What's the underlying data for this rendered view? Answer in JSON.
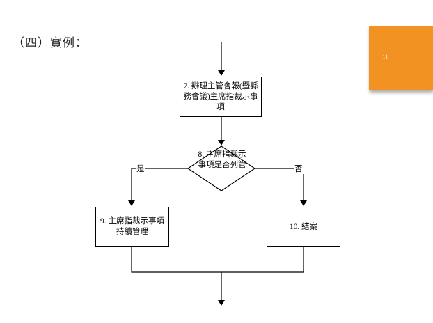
{
  "slide": {
    "heading": "（四）實例：",
    "page_number": "11",
    "badge_color": "#f29222"
  },
  "flowchart": {
    "step7": "7. 辦理主管會報(暨縣務會議)主席指裁示事項",
    "decision8": "8. 主席指裁示事項是否列管",
    "yes_label": "是",
    "no_label": "否",
    "step9": "9. 主席指裁示事項持續管理",
    "step10": "10. 結案"
  }
}
